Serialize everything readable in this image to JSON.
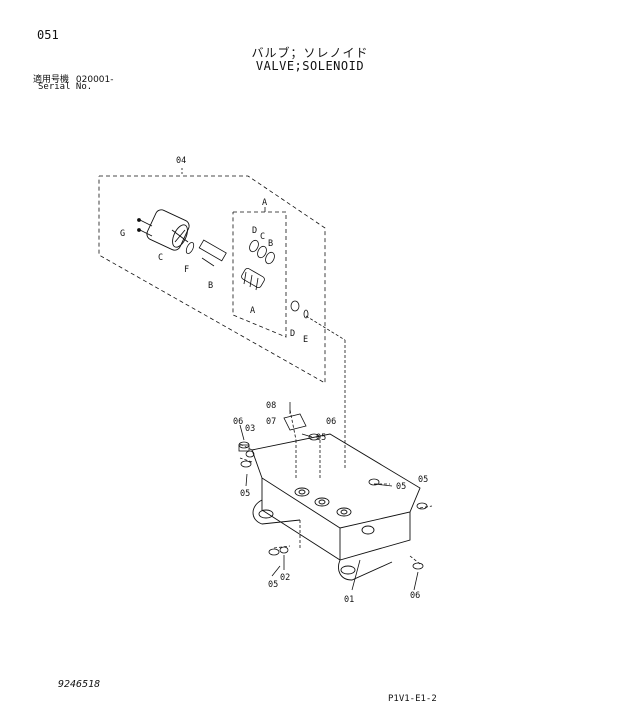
{
  "page_number": "051",
  "title_jp": "バルブ；ソレノイド",
  "title_en": "VALVE;SOLENOID",
  "serial_label_jp": "適用号機",
  "serial_range": "020001-",
  "serial_label_en": "Serial No.",
  "document_number": "9246518",
  "page_code": "P1V1-E1-2",
  "callouts": {
    "c04": "04",
    "cA_top": "A",
    "cD_top": "D",
    "cC_top": "C",
    "cB_top": "B",
    "cG": "G",
    "cC_left": "C",
    "cF": "F",
    "cB_left": "B",
    "cA_bot": "A",
    "cD_bot": "D",
    "cE": "E",
    "c08": "08",
    "c07": "07",
    "c06_r": "06",
    "c06_l": "06",
    "c03": "03",
    "c05_a": "05",
    "c05_b": "05",
    "c05_c": "05",
    "c05_d": "05",
    "c05_e": "05",
    "c02": "02",
    "c01": "01",
    "c06_b": "06"
  }
}
